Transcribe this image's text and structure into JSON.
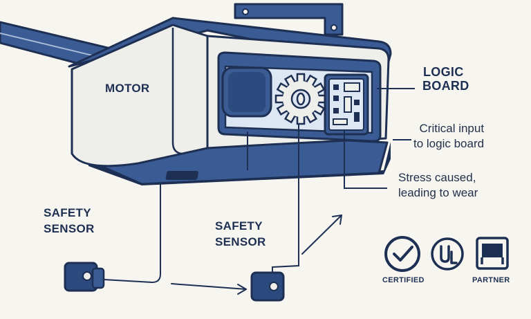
{
  "labels": {
    "motor": "MOTOR",
    "logic_board_line1": "LOGIC",
    "logic_board_line2": "BOARD",
    "critical_input_line1": "Critical input",
    "critical_input_line2": "to logic board",
    "stress_line1": "Stress caused,",
    "stress_line2": "leading to wear",
    "safety_sensor_left_line1": "SAFETY",
    "safety_sensor_left_line2": "SENSOR",
    "safety_sensor_mid_line1": "SAFETY",
    "safety_sensor_mid_line2": "SENSOR"
  },
  "badges": {
    "certified": "CERTIFIED",
    "ul_mark": "UL",
    "partner": "PARTNER"
  },
  "icons": [
    "checkmark-circle-icon",
    "ul-mark-icon",
    "partner-box-icon",
    "gear-icon",
    "circuit-board-icon"
  ],
  "colors": {
    "navy": "#1d2f52",
    "blue": "#3b5b94",
    "light_blue": "#dde6f3",
    "housing": "#eeeeea",
    "background": "#f7f5ef"
  }
}
